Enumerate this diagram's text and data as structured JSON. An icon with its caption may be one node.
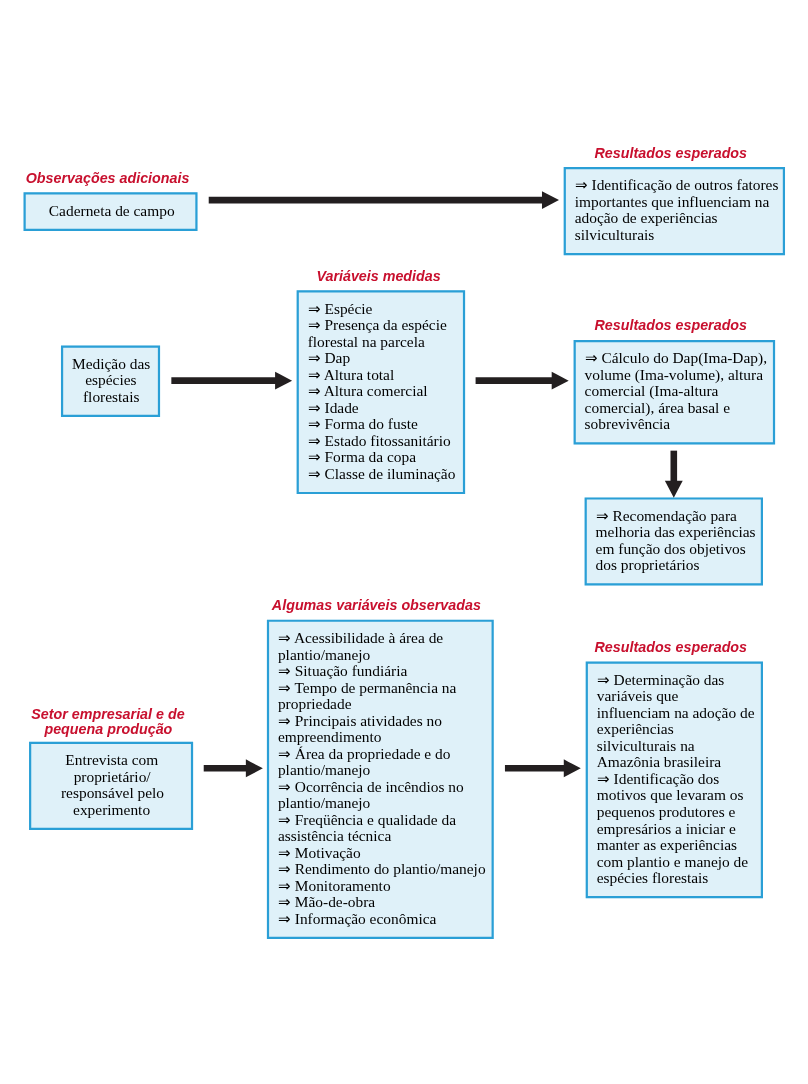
{
  "diagram": {
    "nodes": [
      {
        "text": [
          "Setor empresarial e de pequena produção",
          "Entrevista com proprietário/ responsável pelo experimento"
        ]
      },
      {
        "text": [
          "Algumas variáveis observadas",
          "⇒ Acessibilidade à área de plantio/manejo",
          "⇒ Situação fundiária",
          "⇒ Tempo de permanência na propriedade",
          "⇒ Principais atividades no empreendimento",
          "⇒ Área da propriedade e do plantio/manejo",
          "⇒ Ocorrência de incêndios no plantio/manejo",
          "⇒ Freqüência e qualidade da assistência técnica",
          "⇒ Motivação",
          "⇒ Rendimento do plantio/manejo",
          "⇒ Monitoramento",
          "⇒ Mão-de-obra",
          "⇒ Informação econômica"
        ]
      },
      {
        "text": [
          "Resultados esperados",
          "⇒ Determinação das variáveis que influenciam na adoção de experiências silviculturais na Amazônia brasileira",
          "⇒ Identificação dos motivos que levaram os pequenos produtores e empresários a iniciar e manter as experiências com plantio e manejo de espécies florestais"
        ]
      },
      {
        "text": [
          "Medição das espécies florestais"
        ]
      },
      {
        "text": [
          "Variáveis medidas",
          "⇒ Espécie",
          "⇒ Presença da espécie florestal na parcela",
          "⇒ Dap",
          "⇒ Altura total",
          "⇒ Altura comercial",
          "⇒ Idade",
          "⇒ Forma do fuste",
          "⇒ Estado fitossanitário",
          "⇒ Forma da copa",
          "⇒ Classe de iluminação"
        ]
      },
      {
        "text": [
          "Resultados esperados",
          "⇒ Cálculo do Dap(Ima-Dap), volume (Ima-volume), altura comercial (Ima-altura comercial), área basal e sobrevivência"
        ]
      },
      {
        "text": [
          "⇒ Recomendação para melhoria das experiências em função dos objetivos dos proprietários"
        ]
      },
      {
        "text": [
          "Observações adicionais",
          "Caderneta de campo"
        ]
      },
      {
        "text": [
          "Resultados esperados",
          "⇒ Identificação de outros fatores importantes que influenciam na adoção de experiências silviculturais"
        ]
      }
    ],
    "edges": [
      {
        "from": 0,
        "to": 1,
        "arrow": "to"
      },
      {
        "from": 1,
        "to": 2,
        "arrow": "to"
      },
      {
        "from": 3,
        "to": 4,
        "arrow": "to"
      },
      {
        "from": 4,
        "to": 5,
        "arrow": "to"
      },
      {
        "from": 5,
        "to": 6,
        "arrow": "to"
      },
      {
        "from": 7,
        "to": 8,
        "arrow": "to"
      }
    ]
  }
}
